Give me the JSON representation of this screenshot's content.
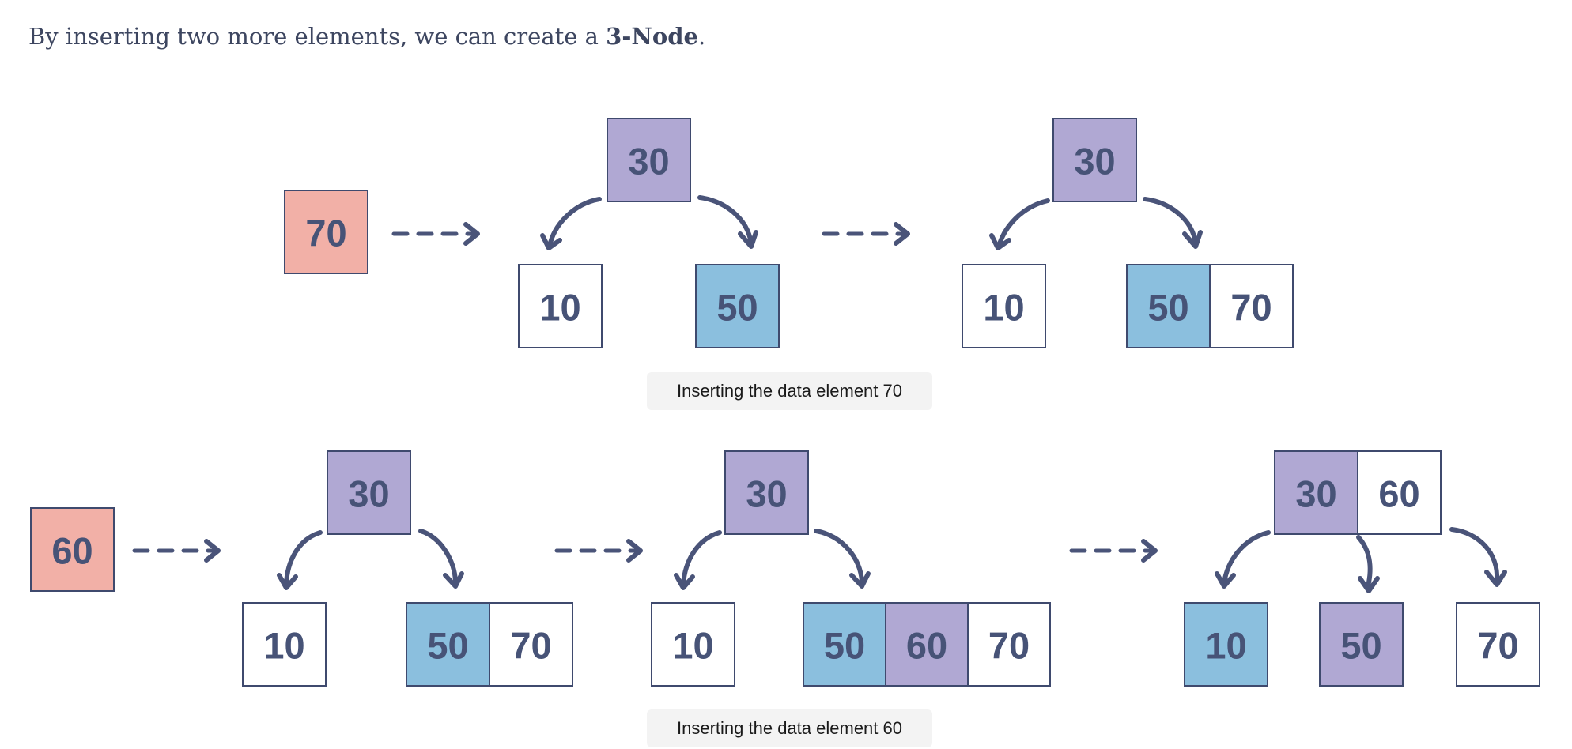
{
  "intro": {
    "text_before": "By inserting two more elements, we can create a ",
    "bold": "3-Node",
    "text_after": "."
  },
  "colors": {
    "incoming": "#f2b0a7",
    "node_purple": "#b0a8d3",
    "node_blue": "#8bbfde",
    "node_white": "#ffffff",
    "stroke": "#3f4a6e",
    "text": "#475377"
  },
  "row1": {
    "incoming": "70",
    "step1": {
      "root": [
        "30"
      ],
      "left": [
        "10"
      ],
      "right": [
        "50"
      ]
    },
    "step2": {
      "root": [
        "30"
      ],
      "left": [
        "10"
      ],
      "right": [
        "50",
        "70"
      ]
    },
    "caption": "Inserting the data element 70"
  },
  "row2": {
    "incoming": "60",
    "step1": {
      "root": [
        "30"
      ],
      "left": [
        "10"
      ],
      "right": [
        "50",
        "70"
      ]
    },
    "step2": {
      "root": [
        "30"
      ],
      "left": [
        "10"
      ],
      "right": [
        "50",
        "60",
        "70"
      ]
    },
    "step3": {
      "root": [
        "30",
        "60"
      ],
      "left": [
        "10"
      ],
      "middle": [
        "50"
      ],
      "right": [
        "70"
      ]
    },
    "caption": "Inserting the data element 60"
  }
}
